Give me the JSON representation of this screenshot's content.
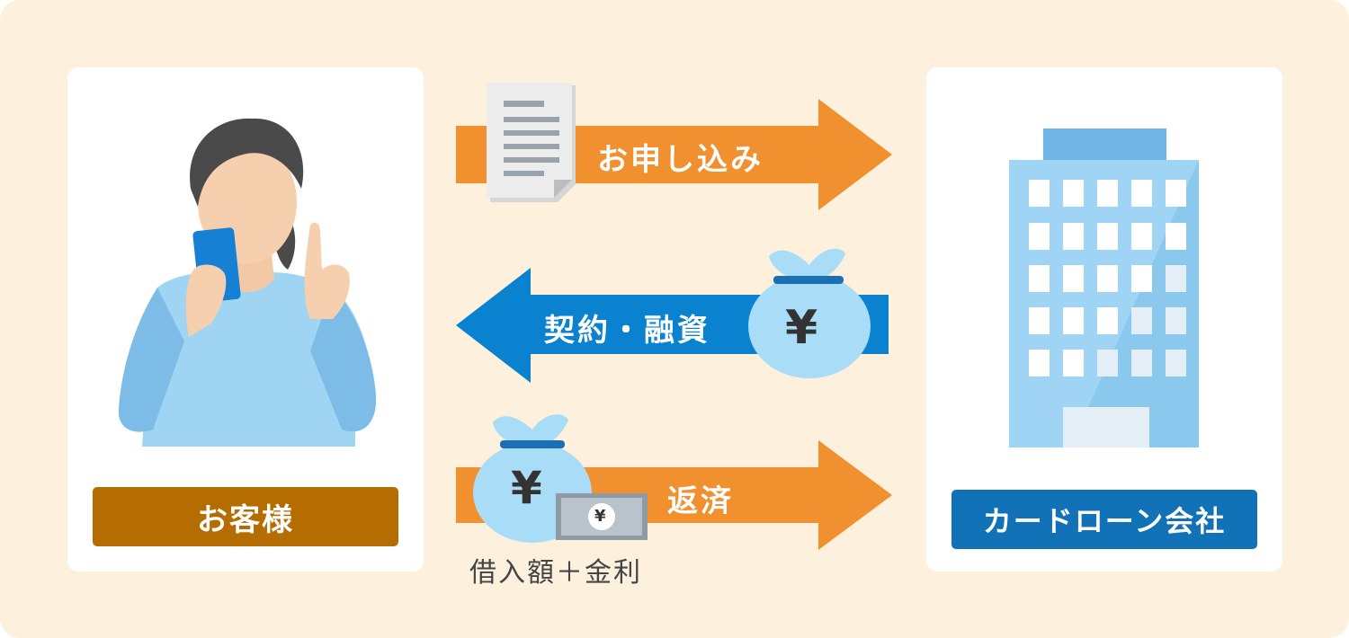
{
  "customer": {
    "label": "お客様"
  },
  "company": {
    "label": "カードローン会社"
  },
  "flows": {
    "application": "お申し込み",
    "contract": "契約・融資",
    "repayment": "返済",
    "repayment_note": "借入額＋金利"
  },
  "symbols": {
    "yen": "¥"
  },
  "colors": {
    "background": "#fdf1dd",
    "orange_arrow": "#f0902e",
    "blue_arrow": "#0a82cf",
    "customer_label": "#b56c00",
    "company_label": "#1172b8",
    "building": "#8fcbf1"
  },
  "icons": [
    "woman-with-smartphone-icon",
    "document-icon",
    "money-bag-icon",
    "banknote-icon",
    "office-building-icon"
  ]
}
